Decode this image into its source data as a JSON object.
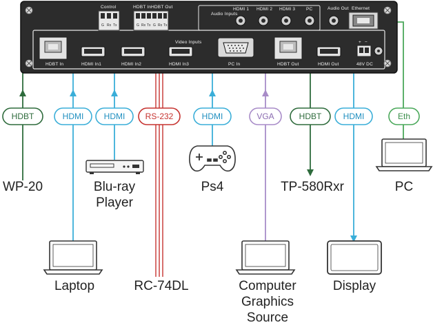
{
  "panel": {
    "labels": {
      "control": "Control",
      "hdbt_in_top": "HDBT In",
      "hdbt_out_top": "HDBT Out",
      "hdmi1": "HDMI 1",
      "hdmi2": "HDMI 2",
      "hdmi3": "HDMI 3",
      "pc": "PC",
      "audio_inputs": "Audio Inputs",
      "audio_out": "Audio Out",
      "ethernet": "Ethernet",
      "video_inputs": "Video Inputs",
      "hdbt_in": "HDBT In",
      "hdmi_in1": "HDMI In1",
      "hdmi_in2": "HDMI In2",
      "hdmi_in3": "HDMI In3",
      "pc_in": "PC In",
      "hdbt_out": "HDBT Out",
      "hdmi_out": "HDMI Out",
      "power": "48V DC",
      "power_plus": "+",
      "power_minus": "−",
      "pin_g": "G",
      "pin_rx": "Rx",
      "pin_tx": "Tx"
    }
  },
  "badges": {
    "hdbt_left": "HDBT",
    "hdmi_laptop": "HDMI",
    "hdmi_bluray": "HDMI",
    "rs232": "RS-232",
    "hdmi_ps4": "HDMI",
    "vga": "VGA",
    "hdbt_right": "HDBT",
    "hdmi_display": "HDMI",
    "eth": "Eth"
  },
  "devices": {
    "wp20": "WP-20",
    "bluray_line1": "Blu-ray",
    "bluray_line2": "Player",
    "ps4": "Ps4",
    "tp580": "TP-580Rxr",
    "pc": "PC",
    "laptop": "Laptop",
    "rc74dl": "RC-74DL",
    "computer_line1": "Computer",
    "computer_line2": "Graphics",
    "computer_line3": "Source",
    "display": "Display"
  },
  "colors": {
    "hdbt": "#2e6b3c",
    "hdmi": "#3aaed8",
    "rs232": "#c6322f",
    "vga": "#a88cc8",
    "eth": "#4aa85a",
    "panel": "#2c2c2c"
  }
}
